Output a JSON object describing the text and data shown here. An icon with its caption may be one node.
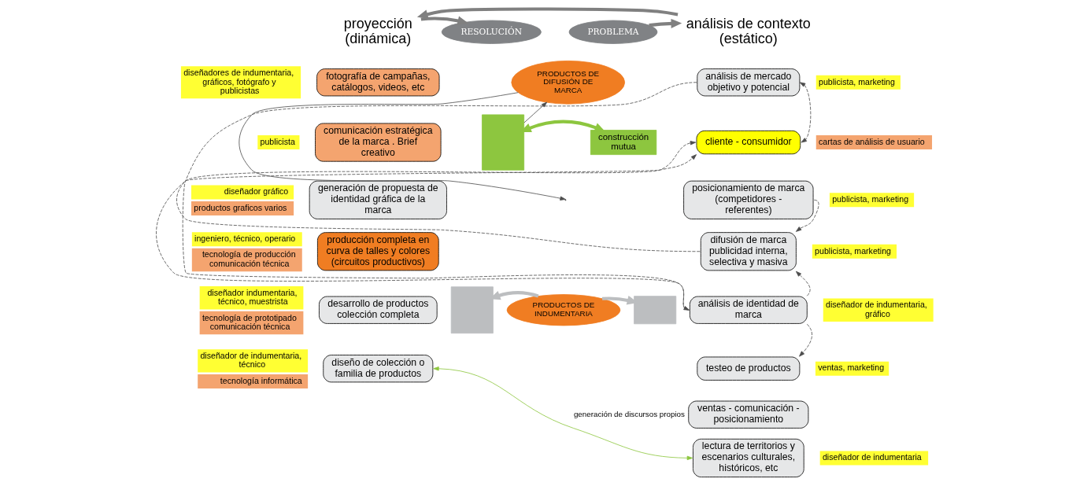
{
  "diagram": {
    "nodes": [
      {
        "text": [
          "proyección (dinámica)"
        ]
      },
      {
        "text": [
          "RESOLUCIÓN"
        ]
      },
      {
        "text": [
          "PROBLEMA"
        ]
      },
      {
        "text": [
          "análisis de contexto (estático)"
        ]
      },
      {
        "text": [
          "fotografía de campañas, catálogos, videos, etc"
        ],
        "beside": [
          "diseñadores de indumentaria, gráficos, fotógrafo y publicistas"
        ]
      },
      {
        "text": [
          "comunicación estratégica de la marca . Brief creativo"
        ],
        "beside": [
          "publicista"
        ]
      },
      {
        "text": [
          "generación de propuesta de identidad gráfica de la marca"
        ],
        "beside": [
          "diseñador gráfico",
          "productos graficos varios"
        ]
      },
      {
        "text": [
          "producción completa en curva de talles y colores (circuitos productivos)"
        ],
        "beside": [
          "ingeniero, técnico, operario",
          "tecnología de producción comunicación técnica"
        ]
      },
      {
        "text": [
          "desarrollo de productos colección completa"
        ],
        "beside": [
          "diseñador indumentaria, técnico, muestrista",
          "tecnología de prototipado comunicación técnica"
        ]
      },
      {
        "text": [
          "diseño de colección o familia de productos"
        ],
        "beside": [
          "diseñador de indumentaria, técnico",
          "tecnología informática"
        ]
      },
      {
        "text": [
          "PRODUCTOS DE DIFUSIÓN DE MARCA"
        ]
      },
      {
        "text": [
          "PRODUCTOS DE INDUMENTARIA"
        ]
      },
      {
        "text": [
          "análisis de mercado objetivo y potencial"
        ],
        "beside": [
          "publicista, marketing"
        ]
      },
      {
        "text": [
          "cliente - consumidor"
        ],
        "beside": [
          "cartas de análisis de usuario"
        ]
      },
      {
        "text": [
          "posicionamiento de marca (competidores - referentes)"
        ],
        "beside": [
          "publicista, marketing"
        ]
      },
      {
        "text": [
          "difusión de marca publicidad interna, selectiva y masiva"
        ],
        "beside": [
          "publicista, marketing"
        ]
      },
      {
        "text": [
          "análisis de identidad de marca"
        ],
        "beside": [
          "diseñador de indumentaria, gráfico"
        ]
      },
      {
        "text": [
          "testeo de productos"
        ],
        "beside": [
          "ventas, marketing"
        ]
      },
      {
        "text": [
          "ventas - comunicación - posicionamiento"
        ]
      },
      {
        "text": [
          "lectura de territorios y escenarios culturales, históricos, etc"
        ],
        "beside": [
          "diseñador de indumentaria"
        ]
      },
      {
        "text": [
          "construcción mutua"
        ]
      },
      {
        "text": [],
        "shape": "box"
      },
      {
        "text": [],
        "shape": "box"
      },
      {
        "text": [],
        "shape": "box"
      }
    ],
    "edges": [
      {
        "from": 0,
        "to": 1,
        "arrow": "to",
        "style": "thick",
        "color": "#808080"
      },
      {
        "from": 2,
        "to": 3,
        "arrow": "to",
        "style": "thick",
        "color": "#808080"
      },
      {
        "from": 3,
        "to": 0,
        "arrow": "to",
        "style": "thick",
        "color": "#808080"
      },
      {
        "from": 21,
        "to": 10,
        "arrow": "to"
      },
      {
        "from": 10,
        "to": null,
        "arrow": "to"
      },
      {
        "from": 21,
        "to": 20,
        "arrow": "both",
        "style": "thick",
        "color": "#8dc63f"
      },
      {
        "from": 11,
        "to": 22,
        "arrow": "to",
        "style": "thick",
        "color": "#bcbec0"
      },
      {
        "from": 11,
        "to": 23,
        "arrow": "to",
        "style": "thick",
        "color": "#bcbec0"
      },
      {
        "from": 9,
        "to": 19,
        "arrow": "both",
        "label": "generación de discursos propios",
        "color": "#8dc63f"
      },
      {
        "from": 12,
        "to": 13,
        "arrow": "both",
        "style": "dashed"
      },
      {
        "from": 12,
        "to": 16,
        "arrow": "to",
        "style": "dashed"
      },
      {
        "from": 16,
        "to": 13,
        "arrow": "to",
        "style": "dashed"
      },
      {
        "from": 15,
        "to": 13,
        "arrow": "to",
        "style": "dashed"
      },
      {
        "from": 14,
        "to": 15,
        "arrow": "to",
        "style": "dashed"
      },
      {
        "from": 16,
        "to": 15,
        "arrow": "to",
        "style": "dashed"
      },
      {
        "from": 16,
        "to": 17,
        "arrow": "to",
        "style": "dashed"
      }
    ]
  }
}
